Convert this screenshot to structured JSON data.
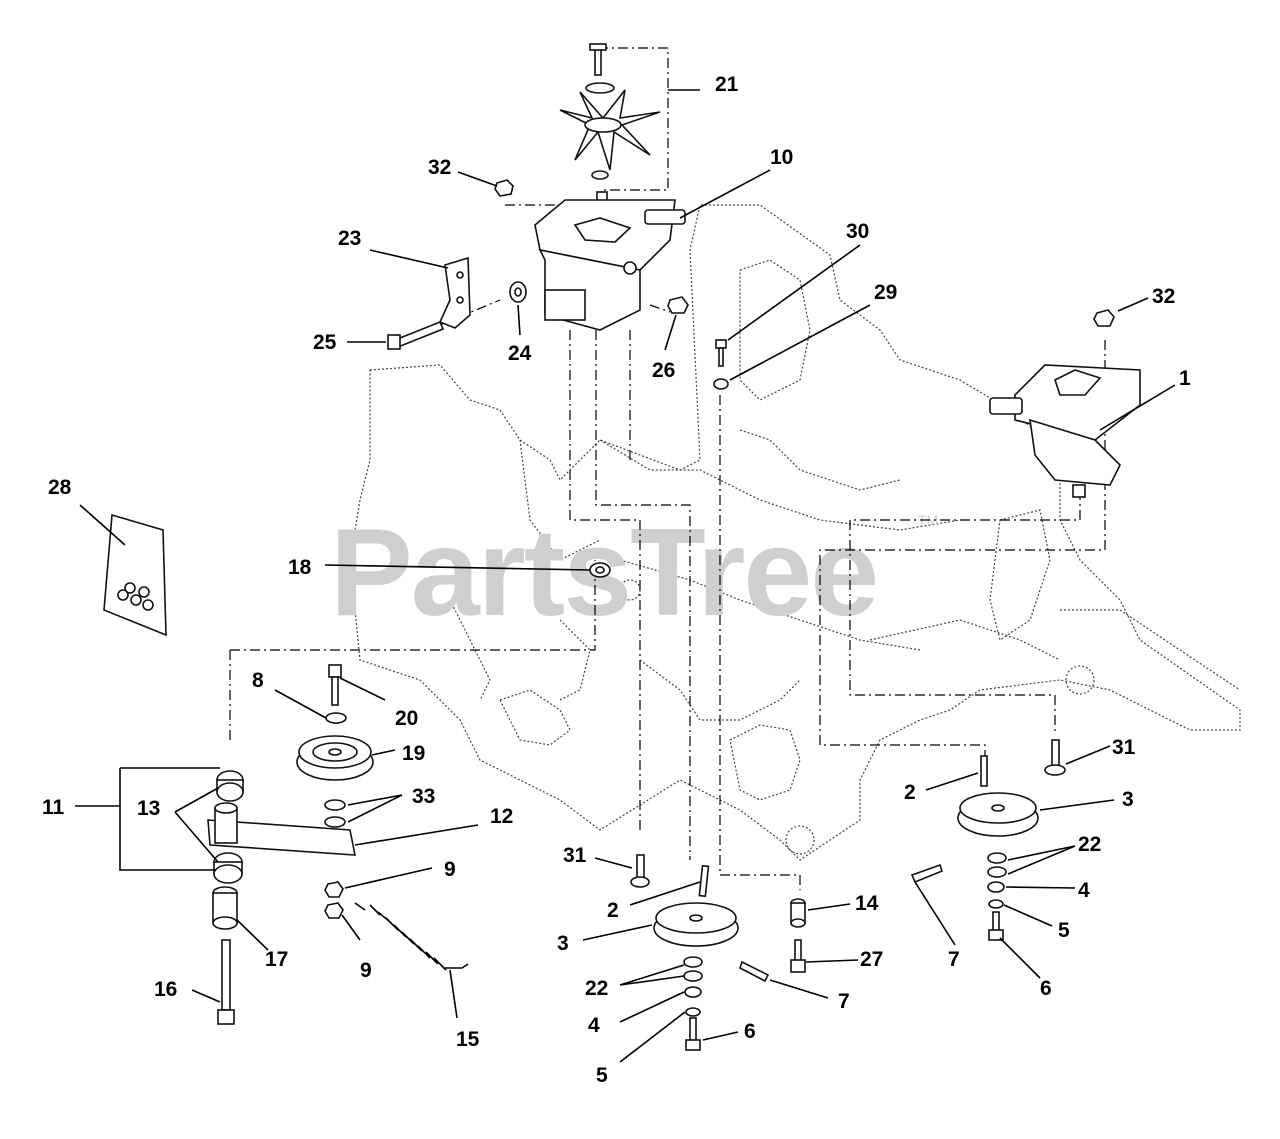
{
  "watermark": {
    "text": "PartsTree",
    "mark": "TM"
  },
  "callouts": [
    {
      "id": "21",
      "label": "21"
    },
    {
      "id": "10",
      "label": "10"
    },
    {
      "id": "32a",
      "label": "32"
    },
    {
      "id": "23",
      "label": "23"
    },
    {
      "id": "30",
      "label": "30"
    },
    {
      "id": "29",
      "label": "29"
    },
    {
      "id": "32b",
      "label": "32"
    },
    {
      "id": "1",
      "label": "1"
    },
    {
      "id": "25",
      "label": "25"
    },
    {
      "id": "24",
      "label": "24"
    },
    {
      "id": "26",
      "label": "26"
    },
    {
      "id": "28",
      "label": "28"
    },
    {
      "id": "18",
      "label": "18"
    },
    {
      "id": "8",
      "label": "8"
    },
    {
      "id": "20",
      "label": "20"
    },
    {
      "id": "19",
      "label": "19"
    },
    {
      "id": "11",
      "label": "11"
    },
    {
      "id": "13",
      "label": "13"
    },
    {
      "id": "33",
      "label": "33"
    },
    {
      "id": "12",
      "label": "12"
    },
    {
      "id": "9a",
      "label": "9"
    },
    {
      "id": "9b",
      "label": "9"
    },
    {
      "id": "17",
      "label": "17"
    },
    {
      "id": "16",
      "label": "16"
    },
    {
      "id": "15",
      "label": "15"
    },
    {
      "id": "31a",
      "label": "31"
    },
    {
      "id": "2a",
      "label": "2"
    },
    {
      "id": "3a",
      "label": "3"
    },
    {
      "id": "22a",
      "label": "22"
    },
    {
      "id": "4a",
      "label": "4"
    },
    {
      "id": "5a",
      "label": "5"
    },
    {
      "id": "6a",
      "label": "6"
    },
    {
      "id": "7a",
      "label": "7"
    },
    {
      "id": "14",
      "label": "14"
    },
    {
      "id": "27",
      "label": "27"
    },
    {
      "id": "31b",
      "label": "31"
    },
    {
      "id": "2b",
      "label": "2"
    },
    {
      "id": "3b",
      "label": "3"
    },
    {
      "id": "22b",
      "label": "22"
    },
    {
      "id": "4b",
      "label": "4"
    },
    {
      "id": "5b",
      "label": "5"
    },
    {
      "id": "6b",
      "label": "6"
    },
    {
      "id": "7b",
      "label": "7"
    }
  ]
}
